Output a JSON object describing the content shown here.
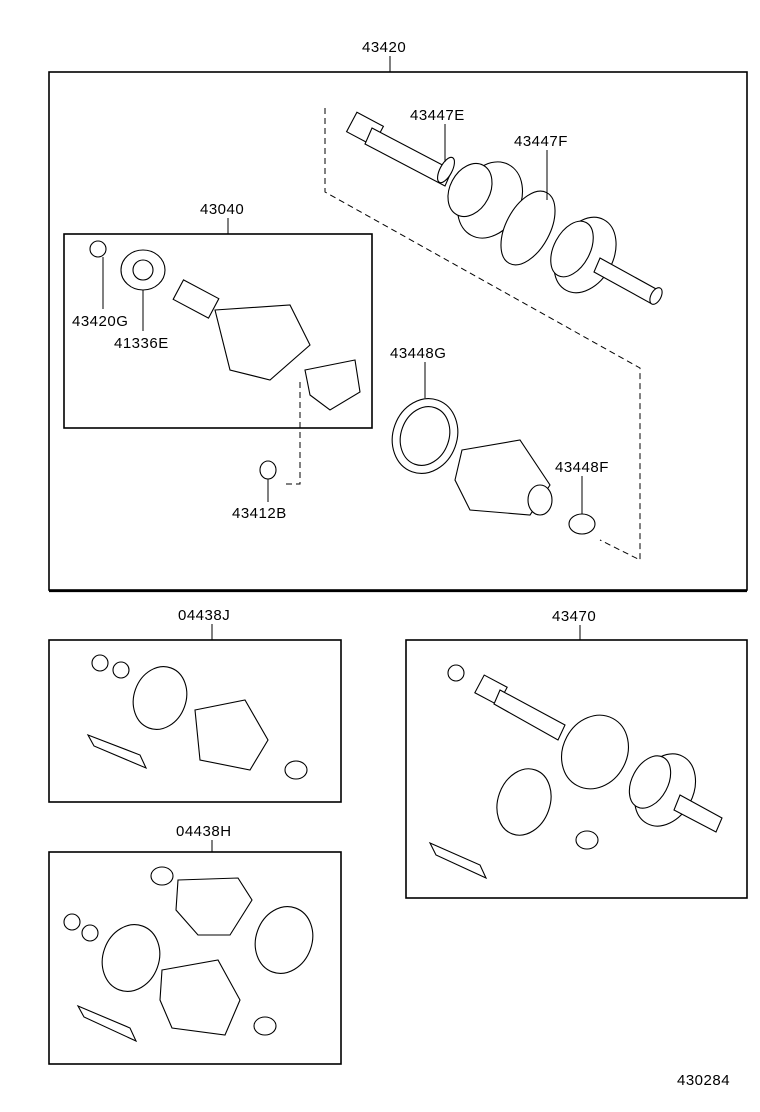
{
  "diagram": {
    "labels": {
      "assy_main": "43420",
      "inboard_joint": "43040",
      "snap_ring_g": "43420G",
      "dust_seal_e": "41336E",
      "hole_snap_ring": "43412B",
      "outboard_boot_e": "43447E",
      "outboard_clamp_f": "43447F",
      "inboard_clamp_g": "43448G",
      "inboard_clamp_f": "43448F",
      "kit_j": "04438J",
      "kit_h": "04438H",
      "assy_lh": "43470",
      "figure_number": "430284"
    }
  }
}
